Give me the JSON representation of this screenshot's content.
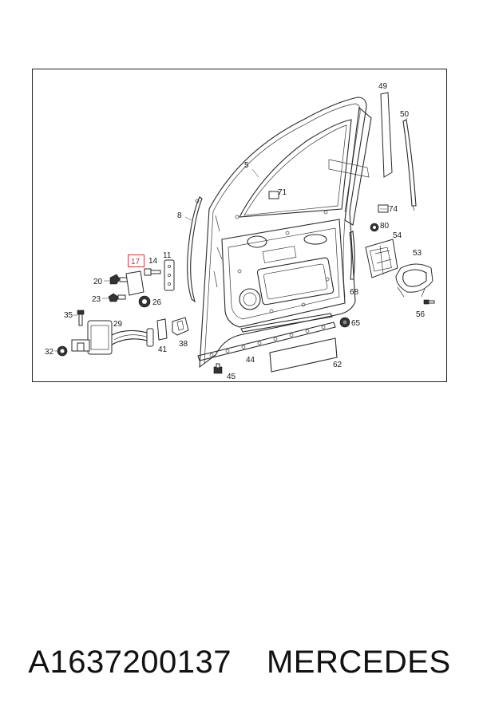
{
  "diagram": {
    "callouts": [
      "5",
      "8",
      "11",
      "14",
      "17",
      "20",
      "23",
      "26",
      "29",
      "32",
      "35",
      "38",
      "41",
      "44",
      "45",
      "49",
      "50",
      "53",
      "54",
      "56",
      "62",
      "65",
      "68",
      "71",
      "74",
      "80"
    ],
    "highlighted_callout": "17",
    "highlight_color": "#d4333c"
  },
  "footer": {
    "part_number": "A1637200137",
    "brand": "MERCEDES"
  }
}
